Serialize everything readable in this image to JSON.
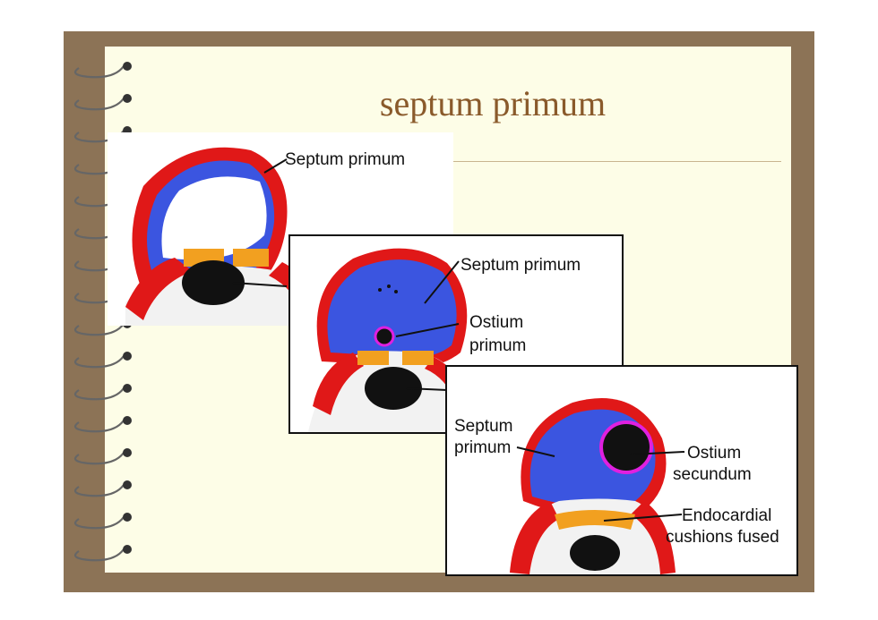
{
  "slide": {
    "title": "septum primum"
  },
  "panels": [
    {
      "labels": [
        "Septum primum"
      ]
    },
    {
      "labels": [
        "Septum primum",
        "Ostium",
        "primum"
      ]
    },
    {
      "labels": [
        "Septum",
        "primum",
        "Ostium",
        "secundum",
        "Endocardial",
        "cushions fused"
      ]
    }
  ],
  "colors": {
    "frame": "#8c7356",
    "paper": "#fdfde7",
    "title": "#8a5a2b",
    "septum_blue": "#3b55e0",
    "wall_red": "#e01818",
    "cushion_orange": "#f2a020",
    "ostium_magenta": "#e020e0"
  }
}
